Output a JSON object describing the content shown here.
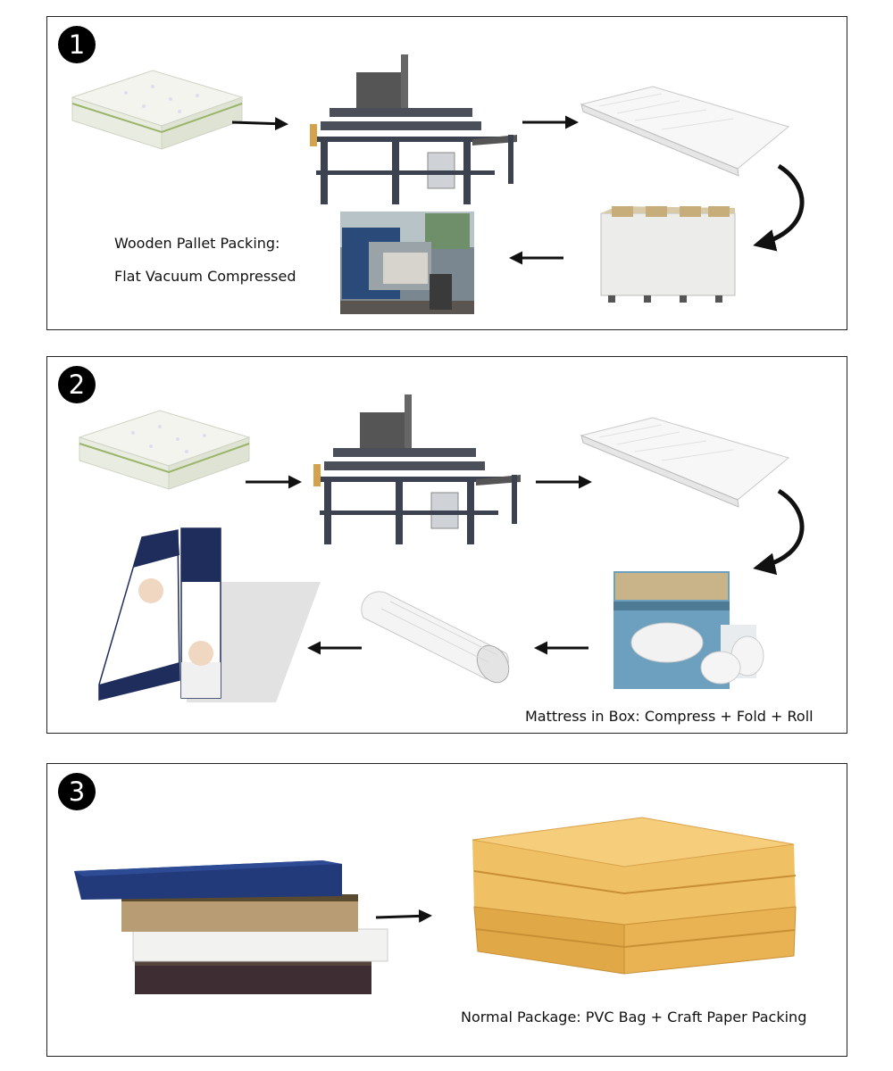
{
  "panels": [
    {
      "number": "1",
      "caption_line1": "Wooden Pallet Packing:",
      "caption_line2": "Flat Vacuum Compressed"
    },
    {
      "number": "2",
      "caption": "Mattress in Box: Compress + Fold + Roll"
    },
    {
      "number": "3",
      "caption": "Normal Package: PVC Bag + Craft Paper Packing"
    }
  ],
  "colors": {
    "frame": "#222222",
    "badge": "#000000",
    "arrow": "#111111",
    "kraft_bag": "#e8b64c",
    "box_navy": "#1f2d5c"
  },
  "icons": {
    "step_badge": "filled-circle-number",
    "straight_arrow": "arrow-right",
    "curved_arrow": "curved-arrow-down-left",
    "left_arrow": "arrow-left"
  }
}
